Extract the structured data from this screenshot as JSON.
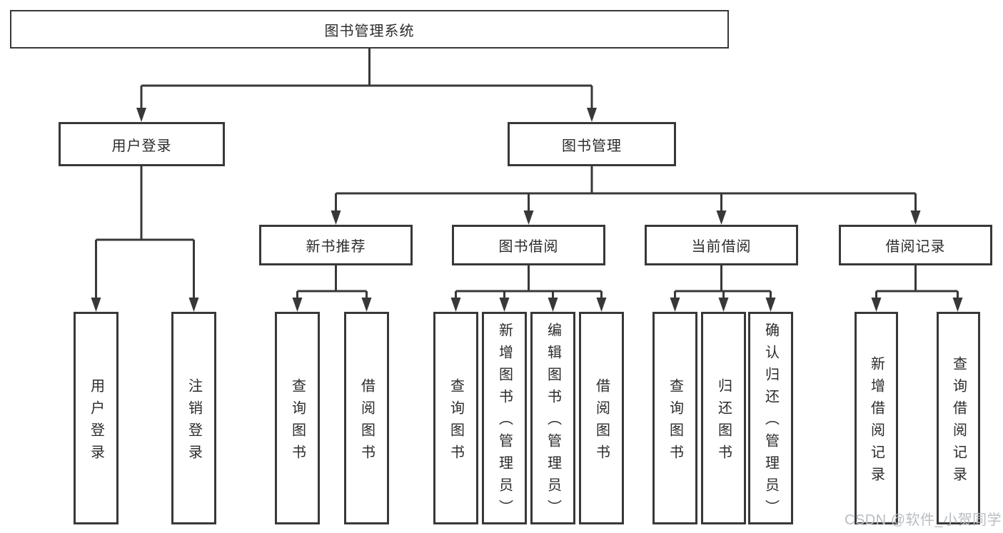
{
  "diagram": {
    "tree": {
      "label": "图书管理系统",
      "children": [
        {
          "label": "用户登录",
          "children": [
            {
              "label": "用户登录"
            },
            {
              "label": "注销登录"
            }
          ]
        },
        {
          "label": "图书管理",
          "children": [
            {
              "label": "新书推荐",
              "children": [
                {
                  "label": "查询图书"
                },
                {
                  "label": "借阅图书"
                }
              ]
            },
            {
              "label": "图书借阅",
              "children": [
                {
                  "label": "查询图书"
                },
                {
                  "label": "新增图书（管理员）"
                },
                {
                  "label": "编辑图书（管理员）"
                },
                {
                  "label": "借阅图书"
                }
              ]
            },
            {
              "label": "当前借阅",
              "children": [
                {
                  "label": "查询图书"
                },
                {
                  "label": "归还图书"
                },
                {
                  "label": "确认归还（管理员）"
                }
              ]
            },
            {
              "label": "借阅记录",
              "children": [
                {
                  "label": "新增借阅记录"
                },
                {
                  "label": "查询借阅记录"
                }
              ]
            }
          ]
        }
      ]
    },
    "watermark": "CSDN @软件_小贺同学",
    "colors": {
      "line": "#383838",
      "text": "#2b2b2b",
      "background": "#ffffff",
      "watermark": "#b8bdc2"
    }
  }
}
